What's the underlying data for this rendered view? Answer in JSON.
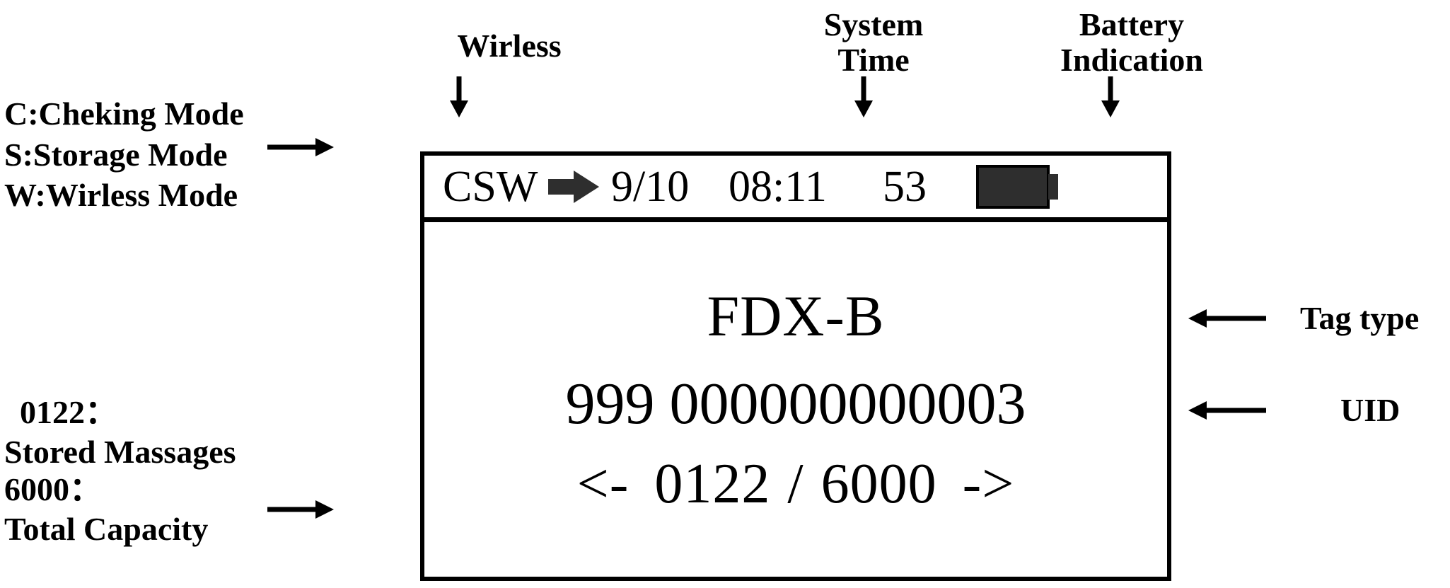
{
  "device": {
    "status_bar": {
      "mode_letters": "CSW",
      "signal_icon": "right-block-arrow-icon",
      "date": "9/10",
      "time": "08:11",
      "battery_percent": "53",
      "battery_icon": "battery-full-icon"
    },
    "screen": {
      "tag_type": "FDX-B",
      "uid": "999 000000000003",
      "nav_prev_arrow": "<-",
      "stored_count": "0122",
      "separator": "/",
      "total_capacity": "6000",
      "nav_next_arrow": "->"
    }
  },
  "annotations": {
    "wireless": "Wirless",
    "system_time_line1": "System",
    "system_time_line2": "Time",
    "battery_line1": "Battery",
    "battery_line2": "Indication",
    "mode_line1": "C:Cheking Mode",
    "mode_line2": "S:Storage Mode",
    "mode_line3": "W:Wirless Mode",
    "stored_key": "0122：",
    "stored_desc": "Stored Massages",
    "capacity_key": "6000：",
    "capacity_desc": "Total Capacity",
    "tag_type": "Tag type",
    "uid": "UID"
  },
  "colors": {
    "ink": "#000000",
    "icon_fill": "#2e2e2e",
    "paper": "#ffffff"
  }
}
